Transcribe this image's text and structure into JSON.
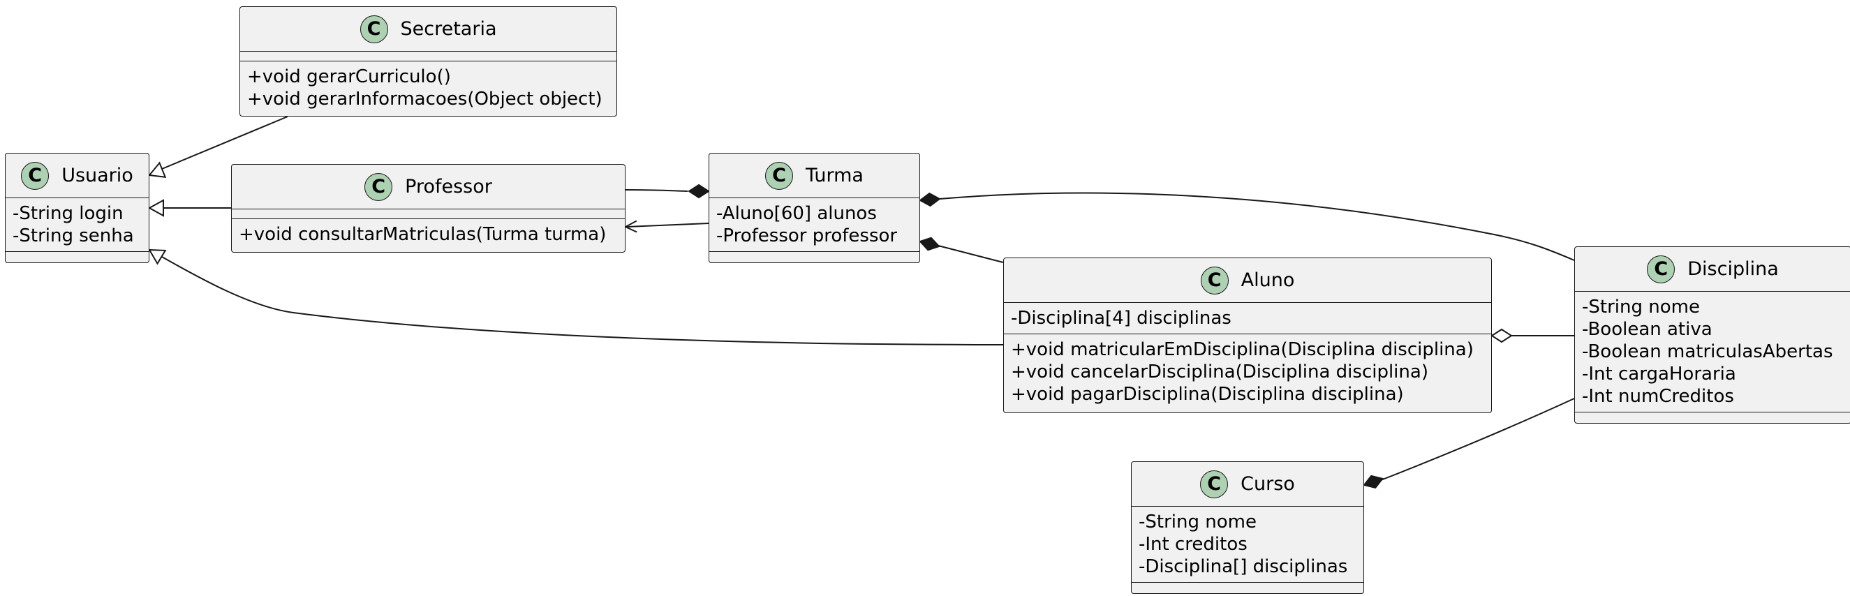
{
  "diagram": {
    "classes": [
      {
        "id": "secretaria",
        "stereotype": "C",
        "name": "Secretaria",
        "attributes": [],
        "methods": [
          "+void gerarCurriculo()",
          "+void gerarInformacoes(Object object)"
        ]
      },
      {
        "id": "usuario",
        "stereotype": "C",
        "name": "Usuario",
        "attributes": [
          "-String login",
          "-String senha"
        ],
        "methods": []
      },
      {
        "id": "professor",
        "stereotype": "C",
        "name": "Professor",
        "attributes": [],
        "methods": [
          "+void consultarMatriculas(Turma turma)"
        ]
      },
      {
        "id": "turma",
        "stereotype": "C",
        "name": "Turma",
        "attributes": [
          "-Aluno[60] alunos",
          "-Professor professor"
        ],
        "methods": []
      },
      {
        "id": "aluno",
        "stereotype": "C",
        "name": "Aluno",
        "attributes": [
          "-Disciplina[4] disciplinas"
        ],
        "methods": [
          "+void matricularEmDisciplina(Disciplina disciplina)",
          "+void cancelarDisciplina(Disciplina disciplina)",
          "+void pagarDisciplina(Disciplina disciplina)"
        ]
      },
      {
        "id": "disciplina",
        "stereotype": "C",
        "name": "Disciplina",
        "attributes": [
          "-String nome",
          "-Boolean ativa",
          "-Boolean matriculasAbertas",
          "-Int cargaHoraria",
          "-Int numCreditos"
        ],
        "methods": []
      },
      {
        "id": "curso",
        "stereotype": "C",
        "name": "Curso",
        "attributes": [
          "-String nome",
          "-Int creditos",
          "-Disciplina[] disciplinas"
        ],
        "methods": []
      }
    ],
    "relations": [
      {
        "from": "secretaria",
        "to": "usuario",
        "type": "inheritance"
      },
      {
        "from": "professor",
        "to": "usuario",
        "type": "inheritance"
      },
      {
        "from": "aluno",
        "to": "usuario",
        "type": "inheritance"
      },
      {
        "from": "professor",
        "to": "turma",
        "type": "composition"
      },
      {
        "from": "turma",
        "to": "professor",
        "type": "association"
      },
      {
        "from": "disciplina",
        "to": "turma",
        "type": "composition"
      },
      {
        "from": "aluno",
        "to": "turma",
        "type": "composition"
      },
      {
        "from": "disciplina",
        "to": "aluno",
        "type": "aggregation"
      },
      {
        "from": "disciplina",
        "to": "curso",
        "type": "composition"
      }
    ],
    "colors": {
      "class_fill": "#f1f1f1",
      "badge_fill": "#add1b2",
      "line": "#181818"
    }
  }
}
